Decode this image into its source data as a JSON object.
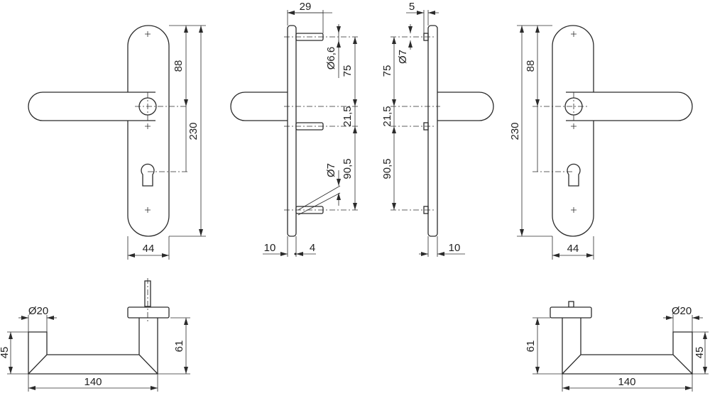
{
  "front_left": {
    "dims": {
      "top_to_spindle": "88",
      "total_height": "230",
      "width": "44"
    }
  },
  "side_left": {
    "dims": {
      "pin_length": "29",
      "hole_top": "Ø6,6",
      "hole_bottom": "Ø7",
      "upper": "75",
      "middle": "21,5",
      "lower": "90,5",
      "plate_thickness": "10",
      "offset": "4"
    }
  },
  "side_right": {
    "dims": {
      "pin_length": "5",
      "hole": "Ø7",
      "upper": "75",
      "middle": "21,5",
      "lower": "90,5",
      "plate_thickness": "10"
    }
  },
  "front_right": {
    "dims": {
      "top_to_spindle": "88",
      "total_height": "230",
      "width": "44"
    }
  },
  "top_left": {
    "dims": {
      "diameter": "Ø20",
      "height": "45",
      "projection": "61",
      "length": "140"
    }
  },
  "top_right": {
    "dims": {
      "diameter": "Ø20",
      "height": "45",
      "projection": "61",
      "length": "140"
    }
  }
}
